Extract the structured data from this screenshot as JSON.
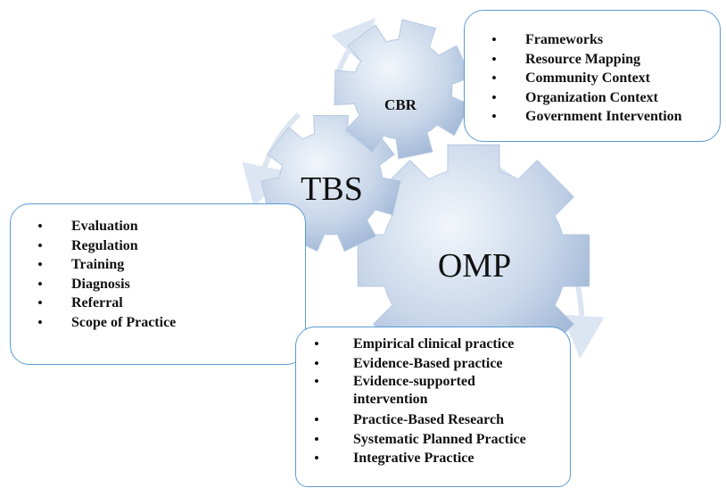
{
  "gears": {
    "cbr": "CBR",
    "tbs": "TBS",
    "omp": "OMP"
  },
  "boxes": {
    "cbr": [
      "Frameworks",
      "Resource Mapping",
      "Community Context",
      "Organization Context",
      "Government Intervention"
    ],
    "tbs": [
      "Evaluation",
      "Regulation",
      "Training",
      "Diagnosis",
      "Referral",
      "Scope of Practice"
    ],
    "omp": [
      "Empirical clinical practice",
      "Evidence-Based practice",
      "Evidence-supported intervention",
      "Practice-Based Research",
      "Systematic Planned Practice",
      "Integrative Practice"
    ]
  },
  "colors": {
    "gear_light": "#eef3fa",
    "gear_dark": "#a9bfdc",
    "box_border": "#5b9bd5",
    "arrow": "#dce6f2"
  }
}
